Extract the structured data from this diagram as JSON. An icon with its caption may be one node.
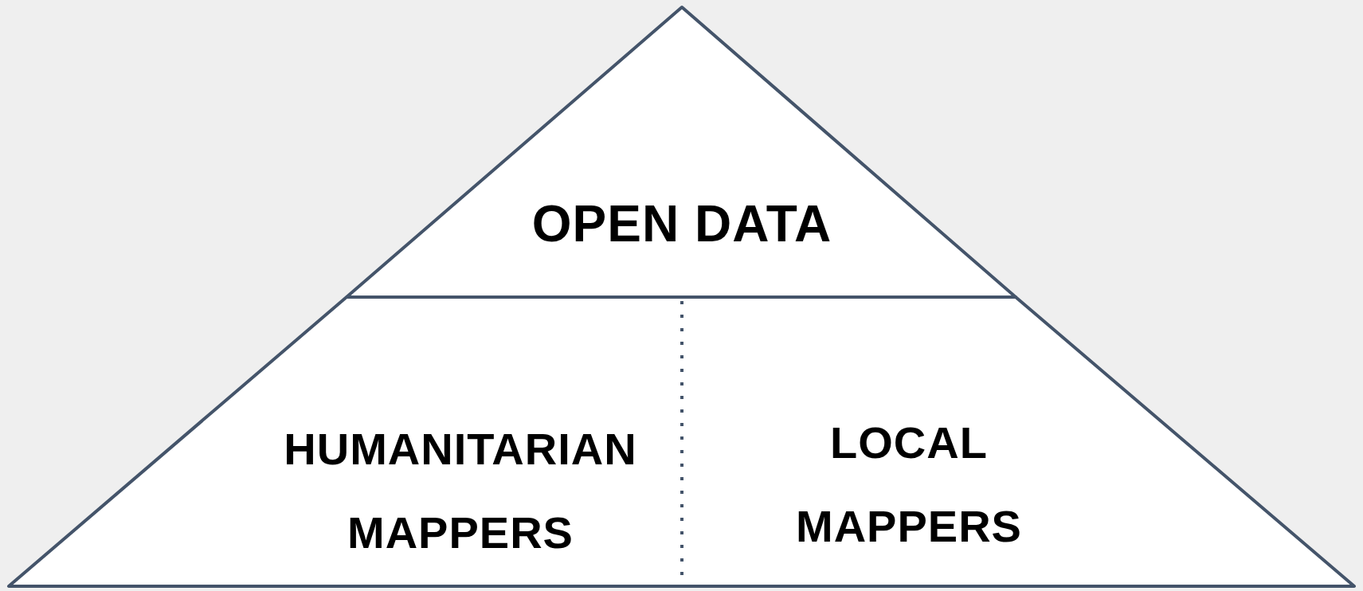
{
  "diagram": {
    "nodes": [
      {
        "text": [
          "OPEN DATA"
        ]
      },
      {
        "text": [
          "HUMANITARIAN MAPPERS"
        ]
      },
      {
        "text": [
          "LOCAL MAPPERS"
        ]
      }
    ]
  }
}
